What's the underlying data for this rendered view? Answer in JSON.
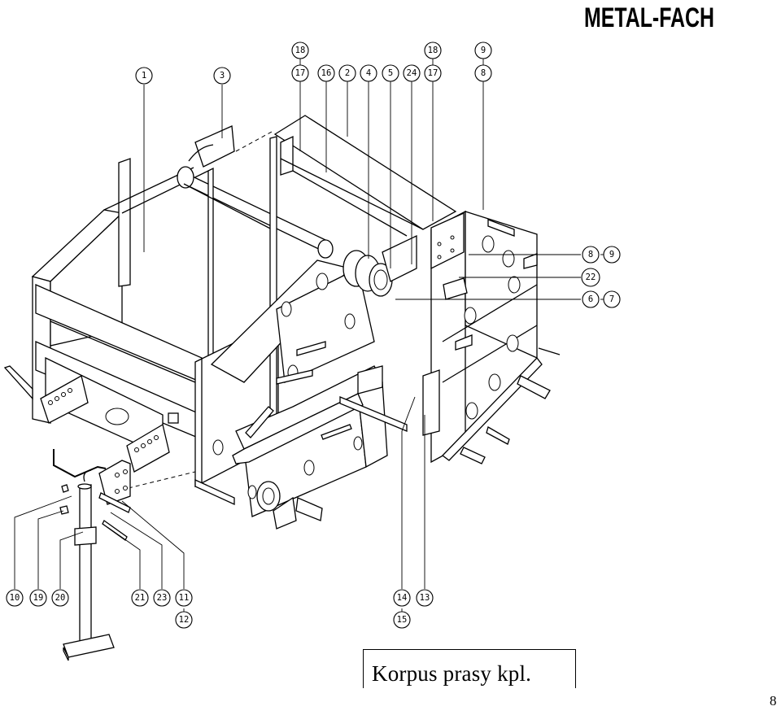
{
  "logo": {
    "text": "METAL-FACH"
  },
  "title": "Korpus prasy kpl.",
  "page_number": "8",
  "callouts": [
    {
      "label": "1"
    },
    {
      "label": "3"
    },
    {
      "label": "18"
    },
    {
      "label": "17"
    },
    {
      "label": "16"
    },
    {
      "label": "2"
    },
    {
      "label": "4"
    },
    {
      "label": "5"
    },
    {
      "label": "24"
    },
    {
      "label": "18"
    },
    {
      "label": "17"
    },
    {
      "label": "9"
    },
    {
      "label": "8"
    },
    {
      "label": "8"
    },
    {
      "label": "9"
    },
    {
      "label": "22"
    },
    {
      "label": "6"
    },
    {
      "label": "7"
    },
    {
      "label": "10"
    },
    {
      "label": "19"
    },
    {
      "label": "20"
    },
    {
      "label": "21"
    },
    {
      "label": "23"
    },
    {
      "label": "11"
    },
    {
      "label": "12"
    },
    {
      "label": "14"
    },
    {
      "label": "13"
    },
    {
      "label": "15"
    }
  ]
}
